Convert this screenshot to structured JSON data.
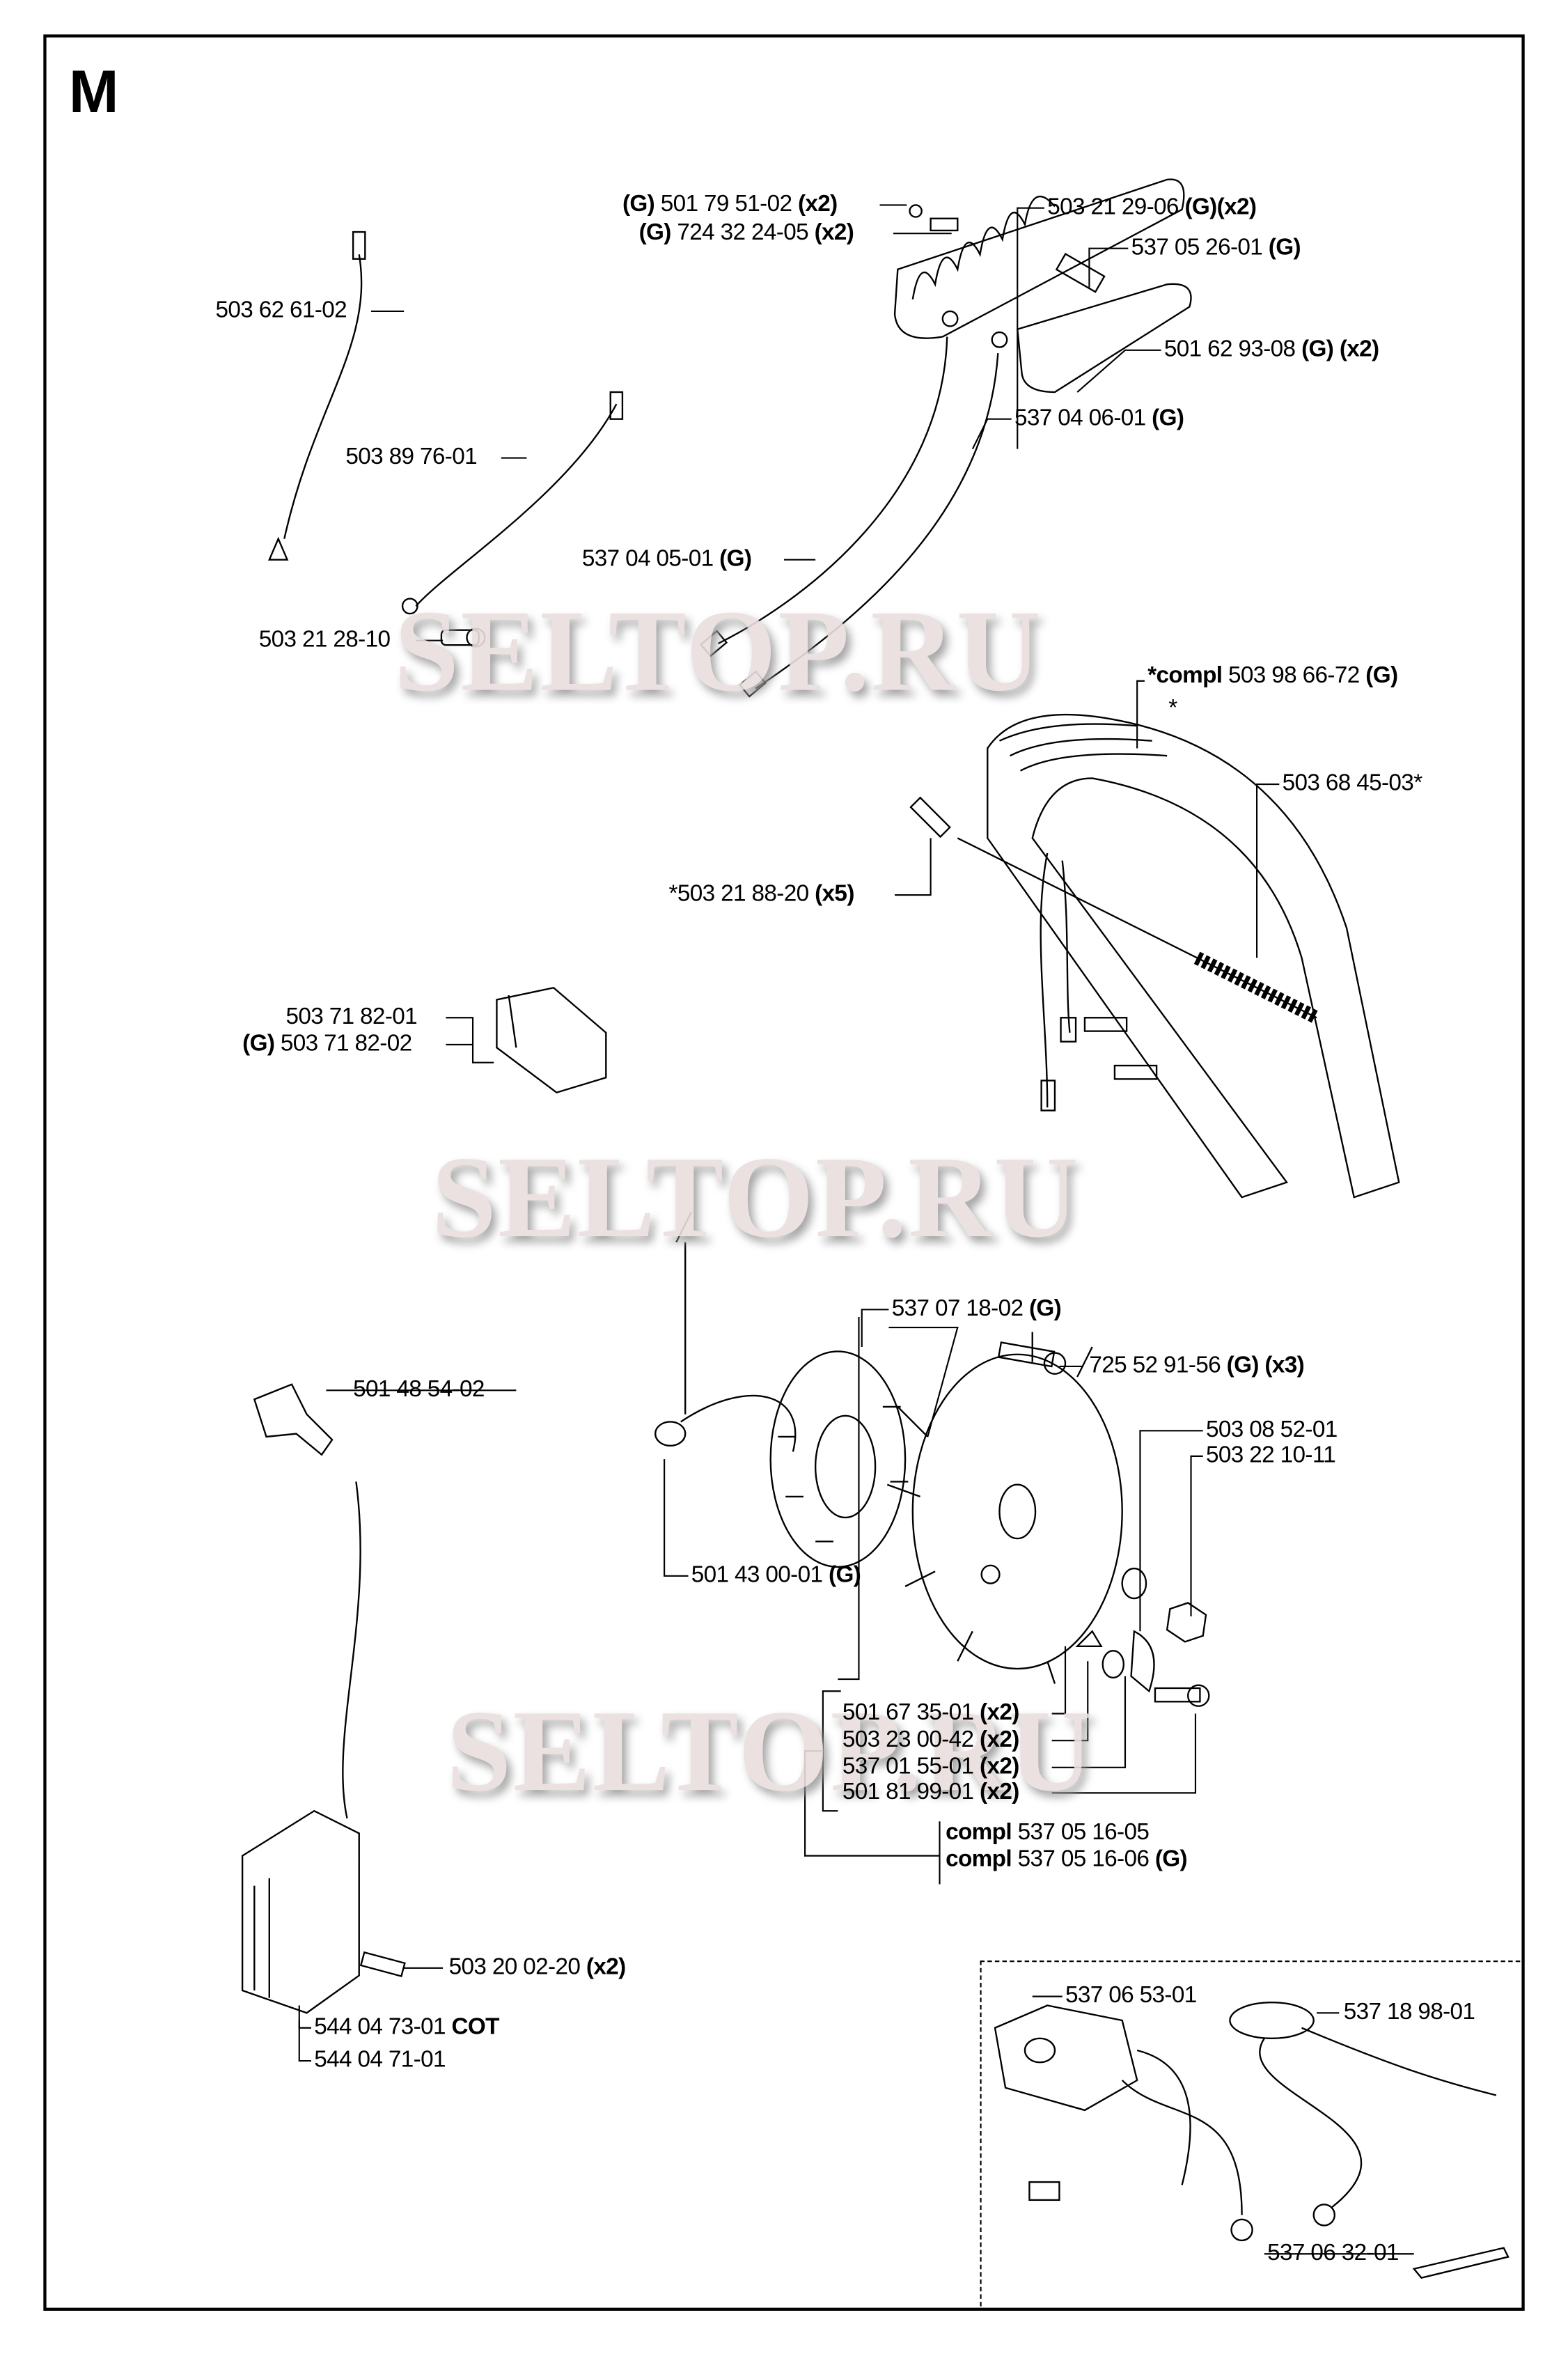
{
  "section_letter": "M",
  "watermark": "SELTOP.RU",
  "labels": [
    {
      "id": "l1",
      "pre": "(G)",
      "num": "501 79 51-02",
      "suf": "(x2)"
    },
    {
      "id": "l2",
      "pre": "(G)",
      "num": "724 32 24-05",
      "suf": "(x2)"
    },
    {
      "id": "l3",
      "pre": "",
      "num": "503 21 29-06",
      "suf": "(G)(x2)"
    },
    {
      "id": "l4",
      "pre": "",
      "num": "537 05 26-01",
      "suf": "(G)"
    },
    {
      "id": "l5",
      "pre": "",
      "num": "501 62 93-08",
      "suf": "(G) (x2)"
    },
    {
      "id": "l6",
      "pre": "",
      "num": "537 04 06-01",
      "suf": "(G)"
    },
    {
      "id": "l7",
      "pre": "",
      "num": "503 62 61-02",
      "suf": ""
    },
    {
      "id": "l8",
      "pre": "",
      "num": "503 89 76-01",
      "suf": ""
    },
    {
      "id": "l9",
      "pre": "",
      "num": "537 04 05-01",
      "suf": "(G)"
    },
    {
      "id": "l10",
      "pre": "",
      "num": "503 21 28-10",
      "suf": ""
    },
    {
      "id": "l11",
      "pre": "*compl",
      "num": "503 98 66-72",
      "suf": "(G)"
    },
    {
      "id": "l12",
      "pre": "",
      "num": "*",
      "suf": ""
    },
    {
      "id": "l13",
      "pre": "",
      "num": "503 68 45-03*",
      "suf": ""
    },
    {
      "id": "l14",
      "pre": "",
      "num": "*503 21 88-20",
      "suf": "(x5)"
    },
    {
      "id": "l15",
      "pre": "",
      "num": "503 71 82-01",
      "suf": ""
    },
    {
      "id": "l16",
      "pre": "(G)",
      "num": "503 71 82-02",
      "suf": ""
    },
    {
      "id": "l17",
      "pre": "",
      "num": "537 07 18-02",
      "suf": "(G)"
    },
    {
      "id": "l18",
      "pre": "",
      "num": "725 52 91-56",
      "suf": "(G) (x3)"
    },
    {
      "id": "l19",
      "pre": "",
      "num": "501 48 54-02",
      "suf": ""
    },
    {
      "id": "l20",
      "pre": "",
      "num": "503 08 52-01",
      "suf": ""
    },
    {
      "id": "l21",
      "pre": "",
      "num": "503 22 10-11",
      "suf": ""
    },
    {
      "id": "l22",
      "pre": "",
      "num": "501 43 00-01",
      "suf": "(G)"
    },
    {
      "id": "l23",
      "pre": "",
      "num": "501 67 35-01",
      "suf": "(x2)"
    },
    {
      "id": "l24",
      "pre": "",
      "num": "503 23 00-42",
      "suf": "(x2)"
    },
    {
      "id": "l25",
      "pre": "",
      "num": "537 01 55-01",
      "suf": "(x2)"
    },
    {
      "id": "l26",
      "pre": "",
      "num": "501 81 99-01",
      "suf": "(x2)"
    },
    {
      "id": "l27",
      "pre": "compl",
      "num": "537 05 16-05",
      "suf": ""
    },
    {
      "id": "l28",
      "pre": "compl",
      "num": "537 05 16-06",
      "suf": "(G)"
    },
    {
      "id": "l29",
      "pre": "",
      "num": "503 20 02-20",
      "suf": "(x2)"
    },
    {
      "id": "l30",
      "pre": "",
      "num": "544 04 73-01",
      "suf": "COT"
    },
    {
      "id": "l31",
      "pre": "",
      "num": "544 04 71-01",
      "suf": ""
    },
    {
      "id": "l32",
      "pre": "",
      "num": "537 06 53-01",
      "suf": ""
    },
    {
      "id": "l33",
      "pre": "",
      "num": "537 18 98-01",
      "suf": ""
    },
    {
      "id": "l34",
      "pre": "",
      "num": "537 06 32-01",
      "suf": ""
    }
  ]
}
